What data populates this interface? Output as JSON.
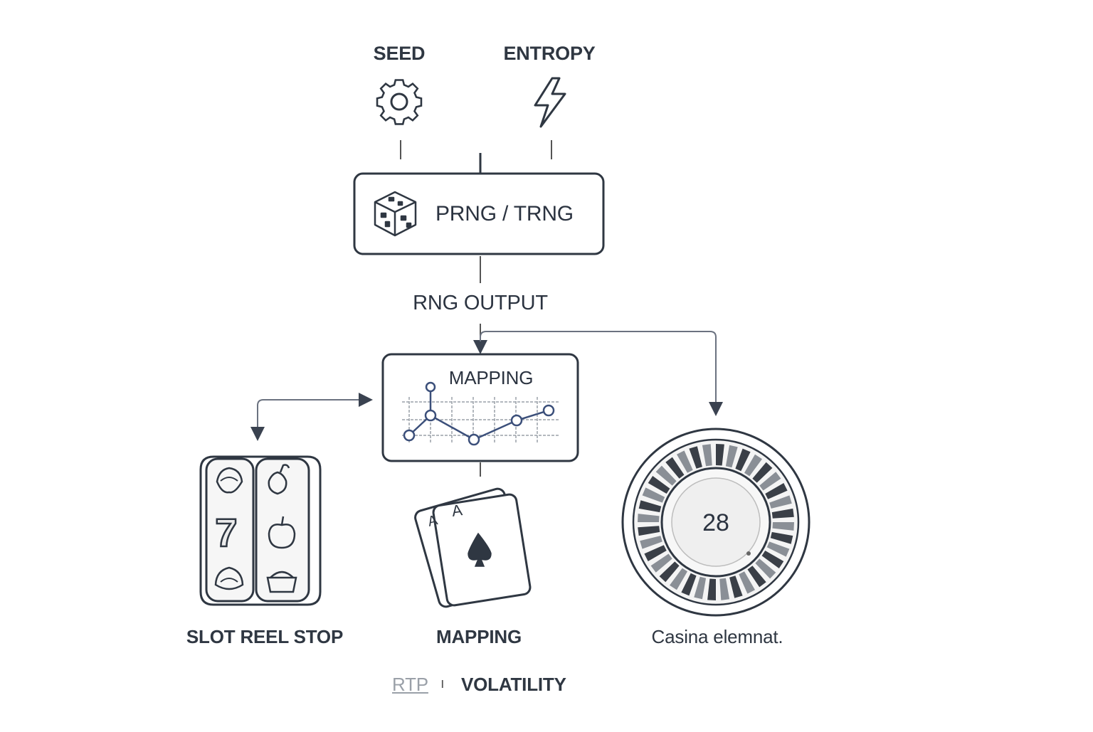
{
  "inputs": {
    "seed_label": "SEED",
    "seed_icon": "gear-icon",
    "entropy_label": "ENTROPY",
    "entropy_icon": "lightning-bolt-icon"
  },
  "generator": {
    "label": "PRNG / TRNG",
    "icon": "dice-icon"
  },
  "output_label": "RNG OUTPUT",
  "mapping_box": {
    "label": "MAPPING",
    "icon": "line-graph-icon"
  },
  "outcomes": {
    "slot": {
      "label": "SLOT REEL STOP",
      "icon": "slot-reels-icon",
      "symbols": [
        "7"
      ]
    },
    "cards": {
      "label": "MAPPING",
      "icon": "playing-cards-icon",
      "card_rank": "A"
    },
    "roulette": {
      "label": "Casina elemnat.",
      "icon": "roulette-wheel-icon",
      "number": "28"
    }
  },
  "footer": {
    "rtp": "RTP",
    "separator": "ı",
    "volatility": "VOLATILITY"
  },
  "colors": {
    "stroke": "#2f3742",
    "arrow": "#6b7280",
    "accent": "#3b4f7a",
    "background": "#ffffff"
  }
}
